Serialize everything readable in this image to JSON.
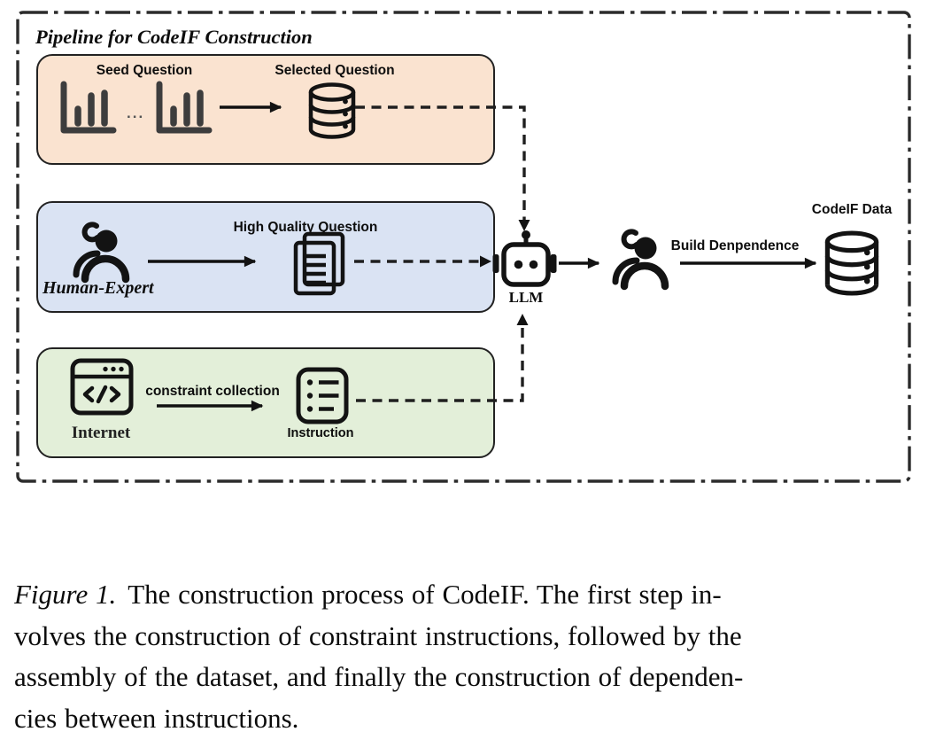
{
  "figure": {
    "title": "Pipeline for CodeIF Construction",
    "seed_row": {
      "seed_label": "Seed Question",
      "dots": "...",
      "selected_label": "Selected Question"
    },
    "expert_row": {
      "actor_label": "Human-Expert",
      "question_label": "High Quality Question"
    },
    "internet_row": {
      "actor_label": "Internet",
      "arrow_label": "constraint collection",
      "instruction_label": "Instruction"
    },
    "llm_label": "LLM",
    "build_arrow_label": "Build Denpendence",
    "output_label": "CodeIF Data",
    "colors": {
      "seed_bg": "#fae3d0",
      "expert_bg": "#dae3f3",
      "internet_bg": "#e3efd9",
      "llm_text": "#3f3f48"
    }
  },
  "caption": {
    "figure_label": "Figure 1.",
    "line1": "The construction process of CodeIF. The first step in-",
    "line2": "volves the construction of constraint instructions, followed by the",
    "line3": "assembly of the dataset, and finally the construction of dependen-",
    "line4": "cies between instructions."
  }
}
